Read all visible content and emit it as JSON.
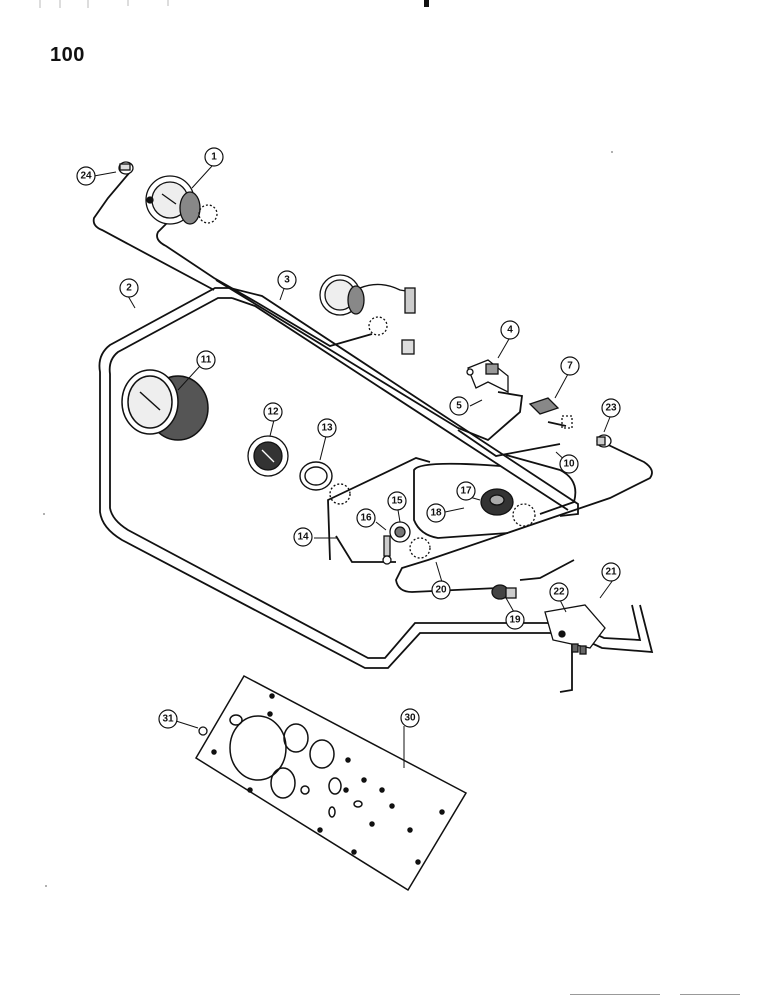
{
  "page": {
    "number": "100"
  },
  "callouts": [
    "1",
    "2",
    "3",
    "4",
    "5",
    "7",
    "10",
    "11",
    "12",
    "13",
    "14",
    "15",
    "16",
    "17",
    "18",
    "19",
    "20",
    "21",
    "22",
    "23",
    "24",
    "30",
    "31"
  ],
  "colors": {
    "ink": "#111111",
    "paper": "#ffffff"
  }
}
